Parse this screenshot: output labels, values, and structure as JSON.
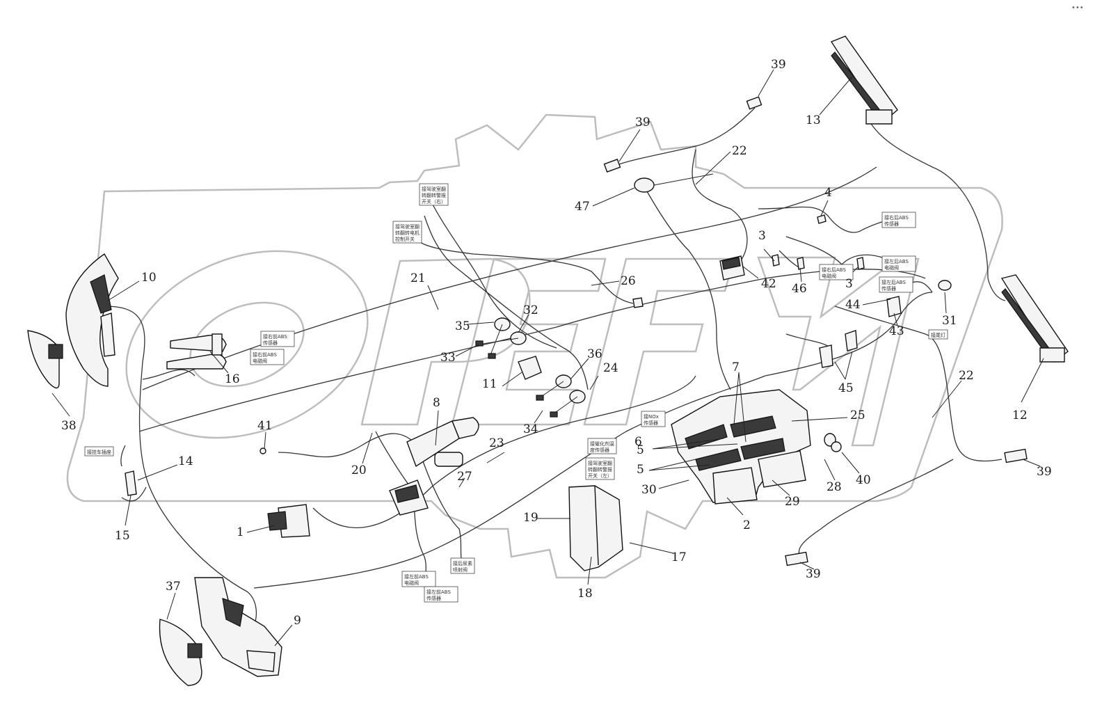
{
  "corner_mark": "•••",
  "labels": [
    {
      "id": "1",
      "text": "1"
    },
    {
      "id": "2",
      "text": "2"
    },
    {
      "id": "3a",
      "text": "3"
    },
    {
      "id": "3b",
      "text": "3"
    },
    {
      "id": "4",
      "text": "4"
    },
    {
      "id": "5a",
      "text": "5"
    },
    {
      "id": "5b",
      "text": "5"
    },
    {
      "id": "6",
      "text": "6"
    },
    {
      "id": "7",
      "text": "7"
    },
    {
      "id": "8",
      "text": "8"
    },
    {
      "id": "9",
      "text": "9"
    },
    {
      "id": "10",
      "text": "10"
    },
    {
      "id": "11",
      "text": "11"
    },
    {
      "id": "12",
      "text": "12"
    },
    {
      "id": "13",
      "text": "13"
    },
    {
      "id": "14",
      "text": "14"
    },
    {
      "id": "15",
      "text": "15"
    },
    {
      "id": "16",
      "text": "16"
    },
    {
      "id": "17",
      "text": "17"
    },
    {
      "id": "18",
      "text": "18"
    },
    {
      "id": "19",
      "text": "19"
    },
    {
      "id": "20",
      "text": "20"
    },
    {
      "id": "21",
      "text": "21"
    },
    {
      "id": "22a",
      "text": "22"
    },
    {
      "id": "22b",
      "text": "22"
    },
    {
      "id": "23",
      "text": "23"
    },
    {
      "id": "24",
      "text": "24"
    },
    {
      "id": "25",
      "text": "25"
    },
    {
      "id": "26",
      "text": "26"
    },
    {
      "id": "27",
      "text": "27"
    },
    {
      "id": "28",
      "text": "28"
    },
    {
      "id": "29",
      "text": "29"
    },
    {
      "id": "30",
      "text": "30"
    },
    {
      "id": "31",
      "text": "31"
    },
    {
      "id": "32",
      "text": "32"
    },
    {
      "id": "33",
      "text": "33"
    },
    {
      "id": "34",
      "text": "34"
    },
    {
      "id": "35",
      "text": "35"
    },
    {
      "id": "36",
      "text": "36"
    },
    {
      "id": "37",
      "text": "37"
    },
    {
      "id": "38",
      "text": "38"
    },
    {
      "id": "39a",
      "text": "39"
    },
    {
      "id": "39b",
      "text": "39"
    },
    {
      "id": "39c",
      "text": "39"
    },
    {
      "id": "39d",
      "text": "39"
    },
    {
      "id": "40",
      "text": "40"
    },
    {
      "id": "41",
      "text": "41"
    },
    {
      "id": "42",
      "text": "42"
    },
    {
      "id": "43",
      "text": "43"
    },
    {
      "id": "44",
      "text": "44"
    },
    {
      "id": "45",
      "text": "45"
    },
    {
      "id": "46",
      "text": "46"
    },
    {
      "id": "47",
      "text": "47"
    }
  ],
  "tags": [
    {
      "id": "t1",
      "lines": [
        "接驾驶室翻",
        "转翻转警报",
        "开关（右）"
      ]
    },
    {
      "id": "t2",
      "lines": [
        "接驾驶室翻",
        "转翻转电机",
        "控制开关"
      ]
    },
    {
      "id": "t3",
      "lines": [
        "接右后ABS",
        "电磁阀"
      ]
    },
    {
      "id": "t4",
      "lines": [
        "接右后ABS",
        "传感器"
      ]
    },
    {
      "id": "t5",
      "lines": [
        "接左后ABS",
        "电磁阀"
      ]
    },
    {
      "id": "t6",
      "lines": [
        "接左后ABS",
        "传感器"
      ]
    },
    {
      "id": "t7",
      "lines": [
        "接右前ABS",
        "传感器"
      ]
    },
    {
      "id": "t8",
      "lines": [
        "接右前ABS",
        "电磁阀"
      ]
    },
    {
      "id": "t9",
      "lines": [
        "接NOx",
        "传感器"
      ]
    },
    {
      "id": "t10",
      "lines": [
        "接催化剂温",
        "度传感器"
      ]
    },
    {
      "id": "t11",
      "lines": [
        "接驾驶室翻",
        "转翻转警报",
        "开关（左）"
      ]
    },
    {
      "id": "t12",
      "lines": [
        "接左前ABS",
        "电磁阀"
      ]
    },
    {
      "id": "t13",
      "lines": [
        "接左前ABS",
        "传感器"
      ]
    },
    {
      "id": "t14",
      "lines": [
        "接后尿素",
        "喷射阀"
      ]
    },
    {
      "id": "t15",
      "lines": [
        "接尾灯"
      ]
    },
    {
      "id": "t16",
      "lines": [
        "接挂车插座"
      ]
    }
  ]
}
